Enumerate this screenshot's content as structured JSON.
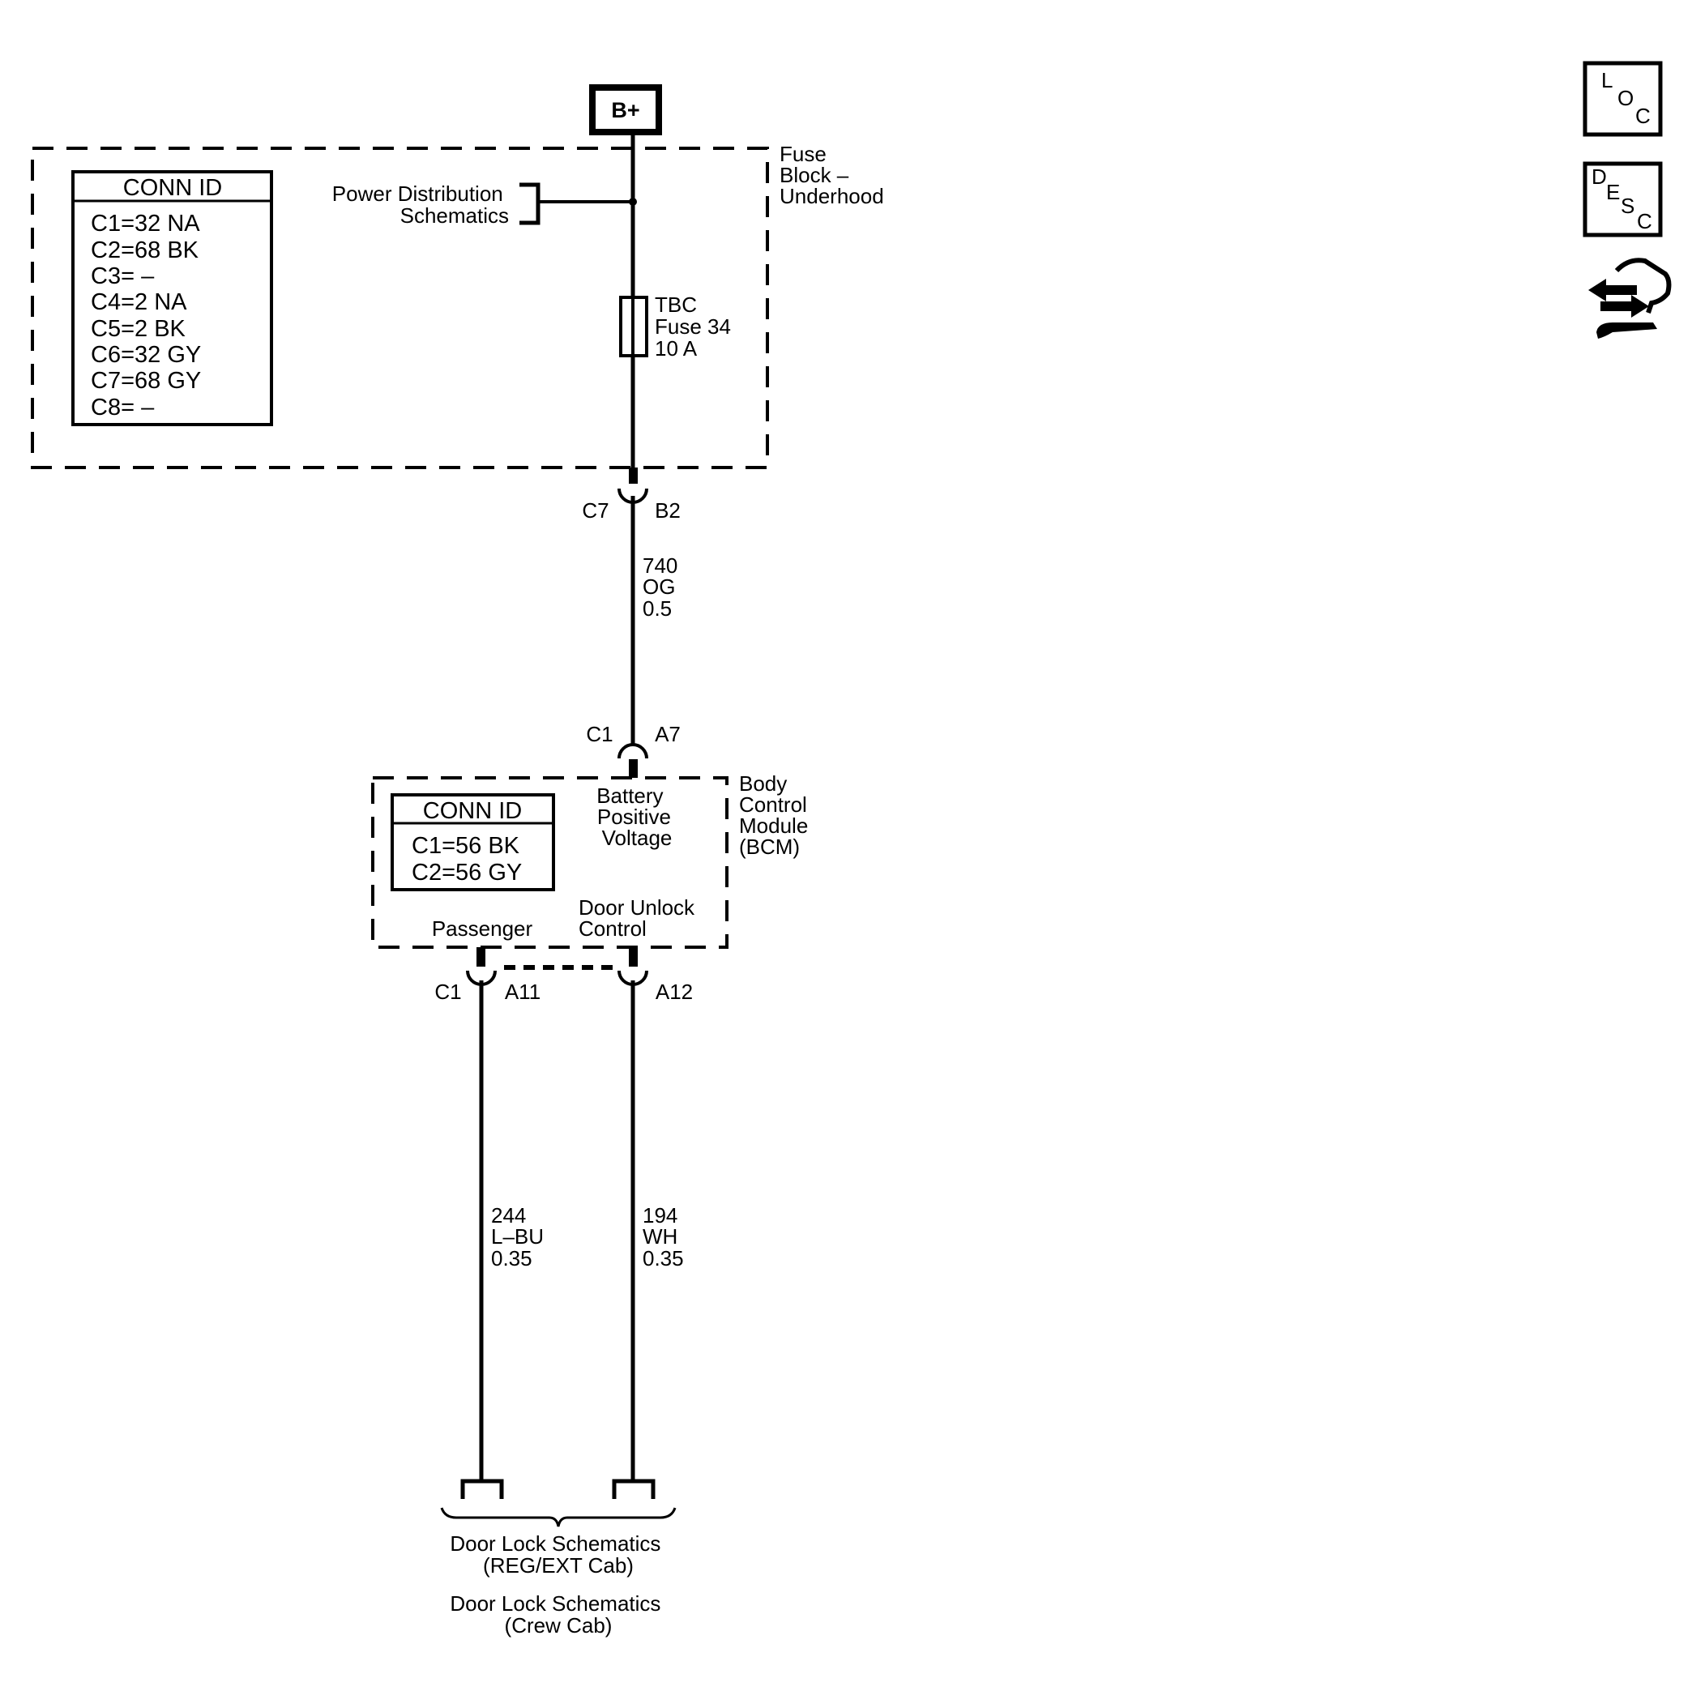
{
  "power_source": "B+",
  "fuse_block": {
    "name_lines": [
      "Fuse",
      "Block –",
      "Underhood"
    ],
    "conn_id": {
      "title": "CONN ID",
      "rows": [
        "C1=32 NA",
        "C2=68 BK",
        "C3= –",
        "C4=2 NA",
        "C5=2 BK",
        "C6=32 GY",
        "C7=68 GY",
        "C8= –"
      ]
    },
    "power_distribution_lines": [
      "Power Distribution",
      "Schematics"
    ],
    "fuse_lines": [
      "TBC",
      "Fuse 34",
      "10 A"
    ],
    "connector_out": {
      "connector": "C7",
      "pin": "B2"
    }
  },
  "wire_main": {
    "circuit": "740",
    "color": "OG",
    "size": "0.5"
  },
  "bcm": {
    "name_lines": [
      "Body",
      "Control",
      "Module",
      "(BCM)"
    ],
    "connector_in": {
      "connector": "C1",
      "pin": "A7"
    },
    "conn_id": {
      "title": "CONN ID",
      "rows": [
        "C1=56 BK",
        "C2=56 GY"
      ]
    },
    "input_label_lines": [
      "Battery",
      "Positive",
      "Voltage"
    ],
    "outputs": {
      "passenger_label": "Passenger",
      "door_unlock_lines": [
        "Door Unlock",
        "Control"
      ]
    },
    "out_connector": "C1",
    "out_pin_left": "A11",
    "out_pin_right": "A12"
  },
  "wire_left": {
    "circuit": "244",
    "color": "L–BU",
    "size": "0.35"
  },
  "wire_right": {
    "circuit": "194",
    "color": "WH",
    "size": "0.35"
  },
  "destinations": {
    "reg_ext_lines": [
      "Door Lock Schematics",
      "(REG/EXT Cab)"
    ],
    "crew_lines": [
      "Door Lock Schematics",
      "(Crew Cab)"
    ]
  },
  "nav": {
    "loc_letters": [
      "L",
      "O",
      "C"
    ],
    "desc_letters": [
      "D",
      "E",
      "S",
      "C"
    ],
    "icons": [
      "loc-icon",
      "desc-icon",
      "connector-swap-icon"
    ]
  }
}
